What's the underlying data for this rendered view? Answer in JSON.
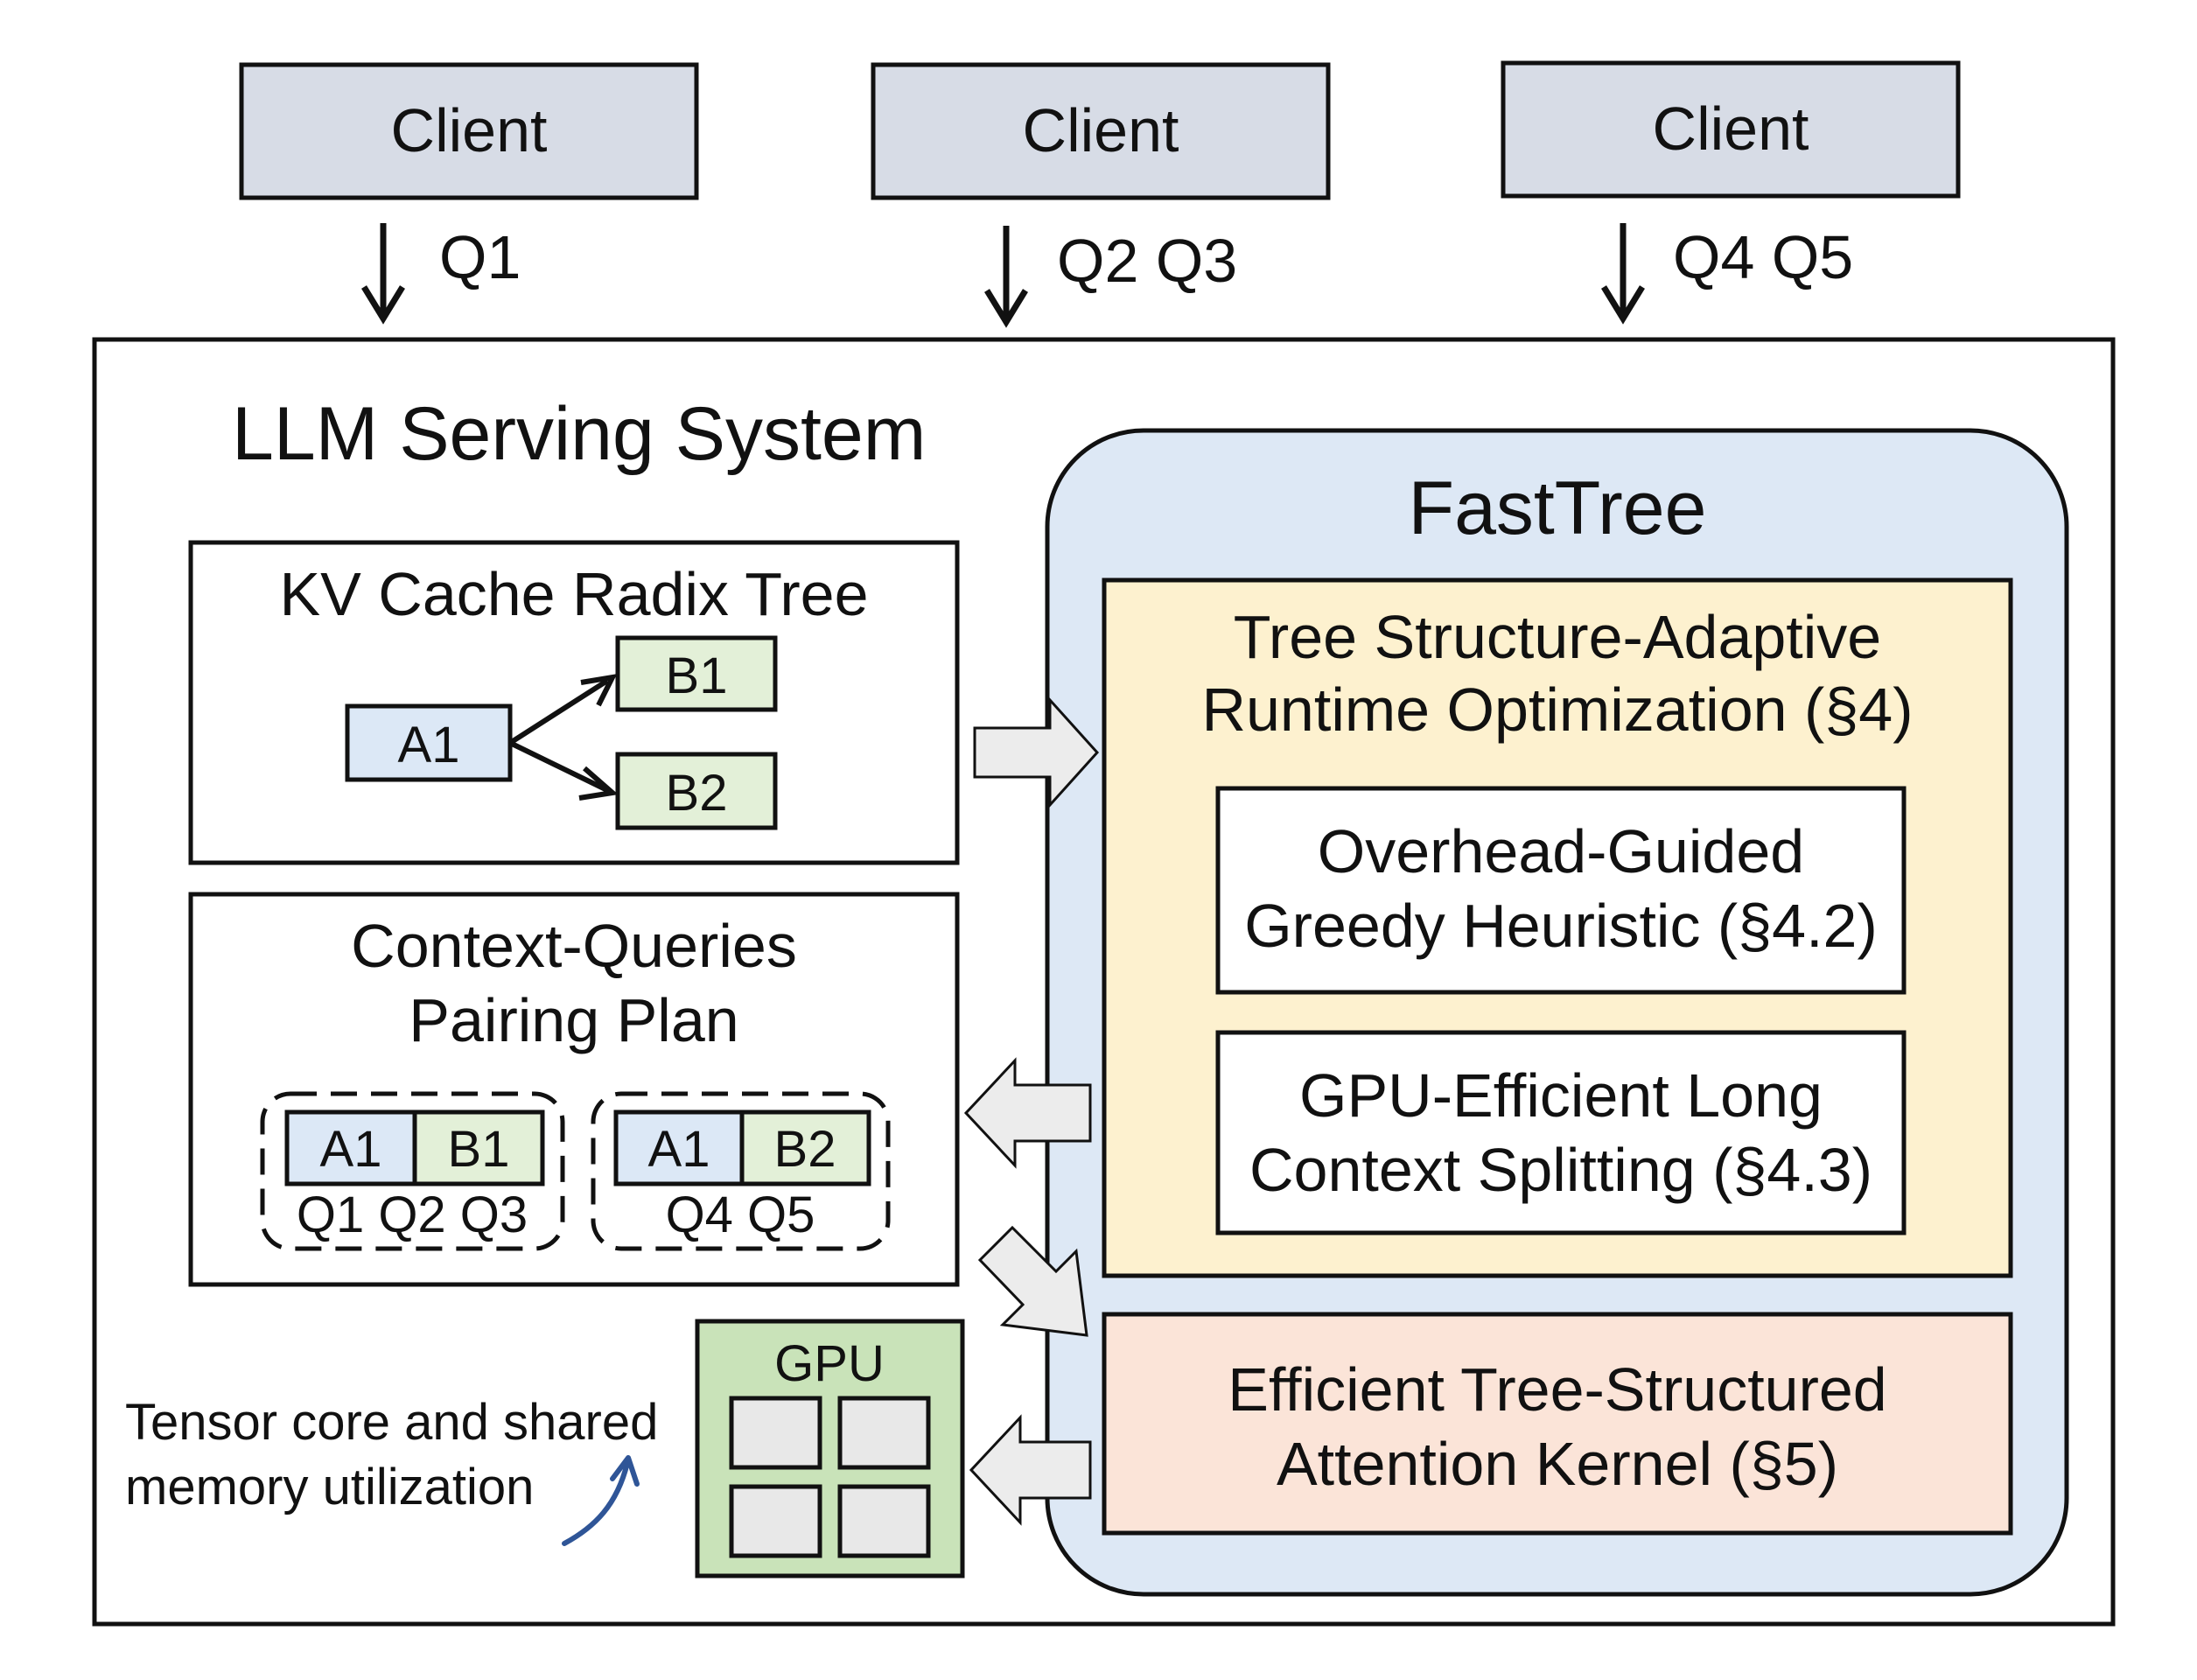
{
  "colors": {
    "client_fill": "#d7dce6",
    "fasttree_fill": "#dde8f5",
    "optimization_fill": "#fdf1cf",
    "kernel_fill": "#fbe4d8",
    "gpu_fill": "#c9e3b9",
    "node_a_fill": "#dce8f6",
    "node_b_fill": "#e3f0d8",
    "hollow_arrow_fill": "#ececec",
    "curved_arrow": "#2f5597"
  },
  "clients": [
    {
      "label": "Client",
      "queries": "Q1"
    },
    {
      "label": "Client",
      "queries": "Q2 Q3"
    },
    {
      "label": "Client",
      "queries": "Q4 Q5"
    }
  ],
  "system": {
    "title": "LLM Serving System",
    "radix_tree": {
      "title": "KV Cache Radix Tree",
      "root": "A1",
      "children": [
        "B1",
        "B2"
      ]
    },
    "pairing_plan": {
      "title_line1": "Context-Queries",
      "title_line2": "Pairing Plan",
      "groups": [
        {
          "a": "A1",
          "b": "B1",
          "queries": "Q1 Q2 Q3"
        },
        {
          "a": "A1",
          "b": "B2",
          "queries": "Q4 Q5"
        }
      ]
    },
    "gpu": {
      "label": "GPU",
      "note_line1": "Tensor core and shared",
      "note_line2": "memory utilization"
    }
  },
  "fasttree": {
    "title": "FastTree",
    "optimization": {
      "title_line1": "Tree Structure-Adaptive",
      "title_line2": "Runtime Optimization (§4)",
      "heuristic_line1": "Overhead-Guided",
      "heuristic_line2": "Greedy Heuristic (§4.2)",
      "splitting_line1": "GPU-Efficient Long",
      "splitting_line2": "Context Splitting (§4.3)"
    },
    "kernel": {
      "title_line1": "Efficient Tree-Structured",
      "title_line2": "Attention Kernel (§5)"
    }
  }
}
